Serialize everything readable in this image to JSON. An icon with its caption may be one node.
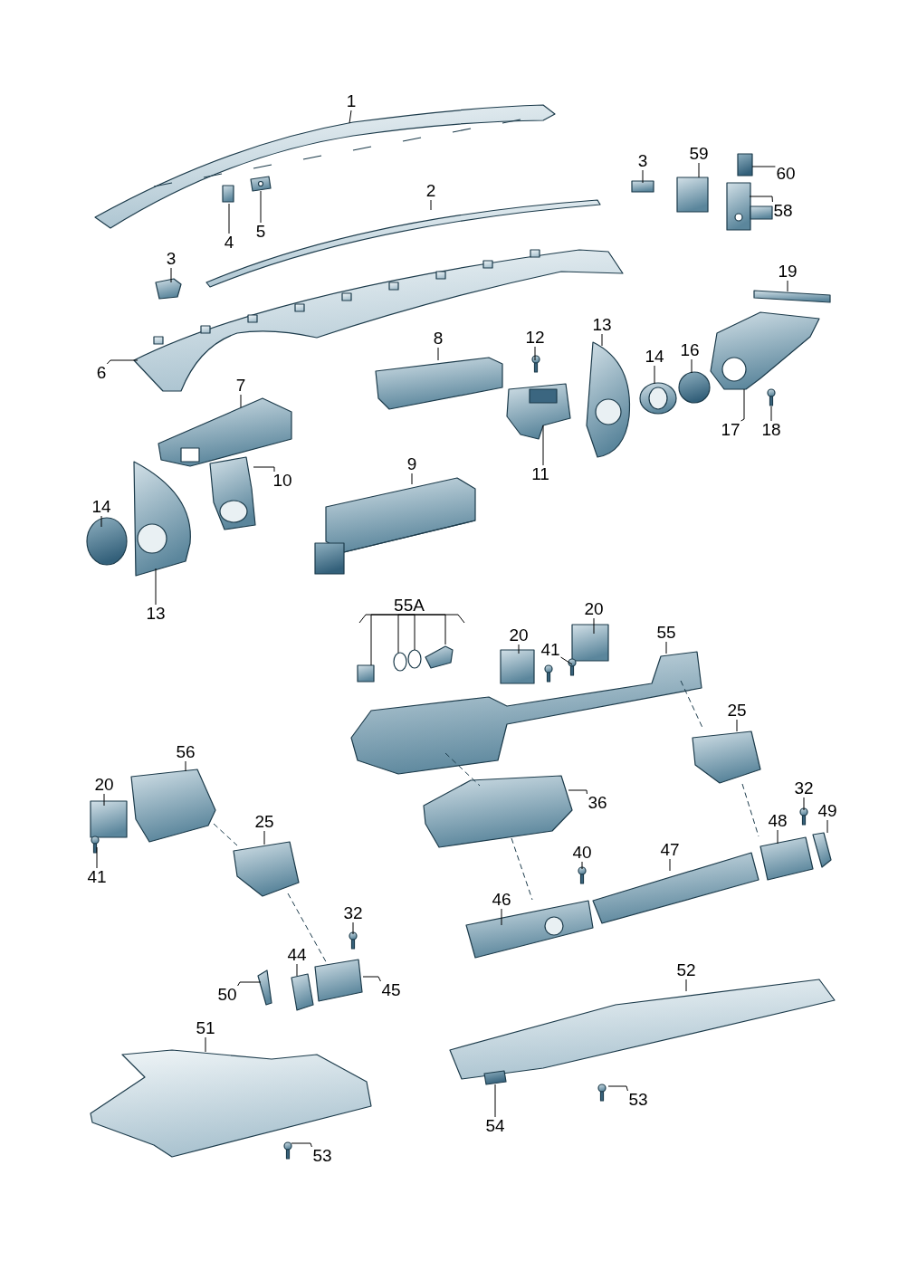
{
  "diagram": {
    "nodes": [
      {
        "text": [
          "1"
        ]
      },
      {
        "text": [
          "4"
        ]
      },
      {
        "text": [
          "5"
        ]
      },
      {
        "text": [
          "3"
        ]
      },
      {
        "text": [
          "2"
        ]
      },
      {
        "text": [
          "3"
        ]
      },
      {
        "text": [
          "59"
        ]
      },
      {
        "text": [
          "60"
        ]
      },
      {
        "text": [
          "58"
        ]
      },
      {
        "text": [
          "19"
        ]
      },
      {
        "text": [
          "6"
        ]
      },
      {
        "text": [
          "8"
        ]
      },
      {
        "text": [
          "12"
        ]
      },
      {
        "text": [
          "13"
        ]
      },
      {
        "text": [
          "14"
        ]
      },
      {
        "text": [
          "16"
        ]
      },
      {
        "text": [
          "17"
        ]
      },
      {
        "text": [
          "18"
        ]
      },
      {
        "text": [
          "7"
        ]
      },
      {
        "text": [
          "11"
        ]
      },
      {
        "text": [
          "10"
        ]
      },
      {
        "text": [
          "9"
        ]
      },
      {
        "text": [
          "14"
        ]
      },
      {
        "text": [
          "13"
        ]
      },
      {
        "text": [
          "55A"
        ]
      },
      {
        "text": [
          "20"
        ]
      },
      {
        "text": [
          "20"
        ]
      },
      {
        "text": [
          "41"
        ]
      },
      {
        "text": [
          "55"
        ]
      },
      {
        "text": [
          "25"
        ]
      },
      {
        "text": [
          "56"
        ]
      },
      {
        "text": [
          "20"
        ]
      },
      {
        "text": [
          "36"
        ]
      },
      {
        "text": [
          "25"
        ]
      },
      {
        "text": [
          "32"
        ]
      },
      {
        "text": [
          "49"
        ]
      },
      {
        "text": [
          "48"
        ]
      },
      {
        "text": [
          "41"
        ]
      },
      {
        "text": [
          "40"
        ]
      },
      {
        "text": [
          "47"
        ]
      },
      {
        "text": [
          "46"
        ]
      },
      {
        "text": [
          "32"
        ]
      },
      {
        "text": [
          "44"
        ]
      },
      {
        "text": [
          "45"
        ]
      },
      {
        "text": [
          "50"
        ]
      },
      {
        "text": [
          "51"
        ]
      },
      {
        "text": [
          "52"
        ]
      },
      {
        "text": [
          "53"
        ]
      },
      {
        "text": [
          "54"
        ]
      },
      {
        "text": [
          "53"
        ]
      },
      {
        "text": [],
        "shape": "picture"
      },
      {
        "text": [],
        "shape": "picture"
      },
      {
        "text": [],
        "shape": "picture"
      },
      {
        "text": [],
        "shape": "picture"
      }
    ],
    "edges": [
      {
        "from": 0,
        "to": null,
        "arrow": "none"
      },
      {
        "from": 1,
        "to": null,
        "arrow": "none"
      },
      {
        "from": 2,
        "to": 50,
        "arrow": "none"
      },
      {
        "from": 3,
        "to": null,
        "arrow": "none"
      },
      {
        "from": 4,
        "to": null,
        "arrow": "none"
      },
      {
        "from": 5,
        "to": null,
        "arrow": "none"
      },
      {
        "from": 6,
        "to": null,
        "arrow": "none"
      },
      {
        "from": 7,
        "to": 51,
        "arrow": "none"
      },
      {
        "from": 8,
        "to": null,
        "arrow": "none"
      },
      {
        "from": 9,
        "to": null,
        "arrow": "none"
      },
      {
        "from": 10,
        "to": null,
        "arrow": "none"
      },
      {
        "from": 11,
        "to": null,
        "arrow": "none"
      },
      {
        "from": 12,
        "to": null,
        "arrow": "none"
      },
      {
        "from": 13,
        "to": null,
        "arrow": "none"
      },
      {
        "from": 14,
        "to": null,
        "arrow": "none"
      },
      {
        "from": 15,
        "to": null,
        "arrow": "none"
      },
      {
        "from": 16,
        "to": 52,
        "arrow": "none"
      },
      {
        "from": 17,
        "to": null,
        "arrow": "none"
      },
      {
        "from": 18,
        "to": null,
        "arrow": "none"
      },
      {
        "from": 19,
        "to": null,
        "arrow": "none"
      },
      {
        "from": 20,
        "to": null,
        "arrow": "none"
      },
      {
        "from": 21,
        "to": null,
        "arrow": "none"
      },
      {
        "from": 22,
        "to": null,
        "arrow": "none"
      },
      {
        "from": 23,
        "to": null,
        "arrow": "none"
      },
      {
        "from": 24,
        "to": null,
        "arrow": "none"
      },
      {
        "from": 24,
        "to": null,
        "arrow": "none"
      },
      {
        "from": 24,
        "to": null,
        "arrow": "none"
      },
      {
        "from": 24,
        "to": null,
        "arrow": "none"
      },
      {
        "from": 25,
        "to": null,
        "arrow": "none"
      },
      {
        "from": 26,
        "to": null,
        "arrow": "none"
      },
      {
        "from": 27,
        "to": null,
        "arrow": "none"
      },
      {
        "from": 28,
        "to": null,
        "arrow": "none"
      },
      {
        "from": 29,
        "to": null,
        "arrow": "none"
      },
      {
        "from": 30,
        "to": null,
        "arrow": "none"
      },
      {
        "from": 31,
        "to": null,
        "arrow": "none"
      },
      {
        "from": 32,
        "to": null,
        "arrow": "none"
      },
      {
        "from": 33,
        "to": null,
        "arrow": "none"
      },
      {
        "from": 34,
        "to": null,
        "arrow": "none"
      },
      {
        "from": 35,
        "to": null,
        "arrow": "none"
      },
      {
        "from": 36,
        "to": null,
        "arrow": "none"
      },
      {
        "from": 37,
        "to": null,
        "arrow": "none"
      },
      {
        "from": 38,
        "to": null,
        "arrow": "none"
      },
      {
        "from": 39,
        "to": null,
        "arrow": "none"
      },
      {
        "from": 40,
        "to": null,
        "arrow": "none"
      },
      {
        "from": 41,
        "to": null,
        "arrow": "none"
      },
      {
        "from": 42,
        "to": null,
        "arrow": "none"
      },
      {
        "from": 43,
        "to": null,
        "arrow": "none"
      },
      {
        "from": 44,
        "to": null,
        "arrow": "none"
      },
      {
        "from": 45,
        "to": null,
        "arrow": "none"
      },
      {
        "from": 46,
        "to": null,
        "arrow": "none"
      },
      {
        "from": 47,
        "to": null,
        "arrow": "none"
      },
      {
        "from": 48,
        "to": 53,
        "arrow": "none"
      },
      {
        "from": 49,
        "to": null,
        "arrow": "none"
      }
    ]
  }
}
